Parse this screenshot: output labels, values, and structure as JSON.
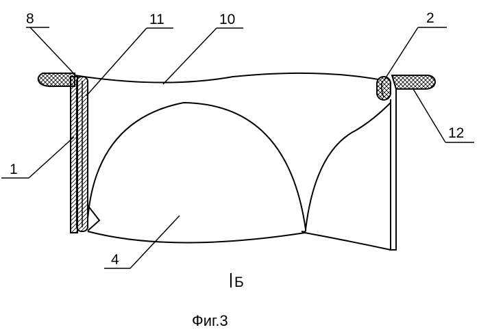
{
  "figure": {
    "caption": "Фиг.3",
    "section_marker": "Б",
    "labels": {
      "l8": "8",
      "l11": "11",
      "l10": "10",
      "l2": "2",
      "l12": "12",
      "l1": "1",
      "l4": "4"
    },
    "colors": {
      "line": "#000000",
      "background": "#ffffff"
    }
  }
}
